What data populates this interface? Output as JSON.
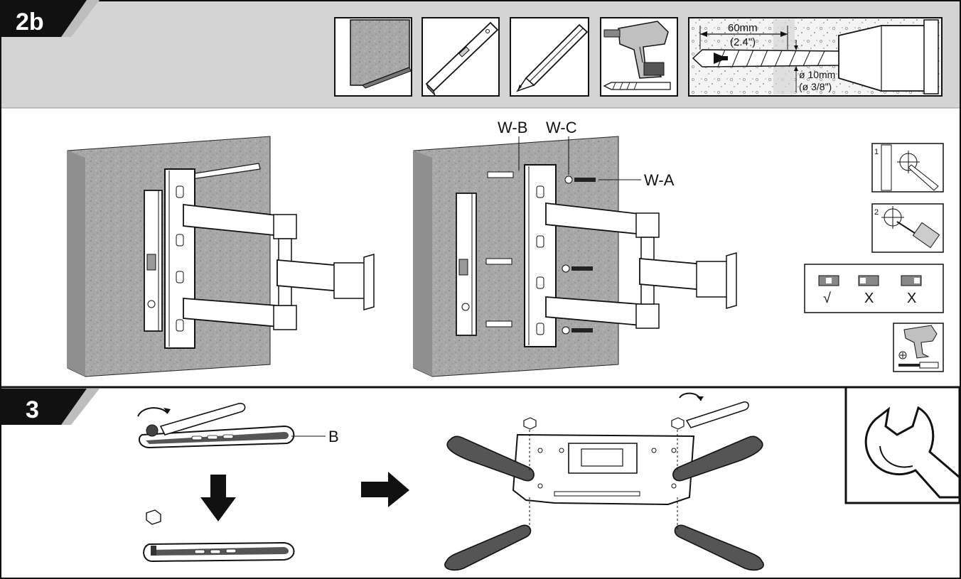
{
  "steps": {
    "step_2b": {
      "number": "2b"
    },
    "step_3": {
      "number": "3"
    }
  },
  "drill_detail": {
    "depth_mm": "60mm",
    "depth_in": "(2.4\")",
    "diameter_mm": "ø 10mm",
    "diameter_in": "(ø 3/8\")"
  },
  "hardware_labels": {
    "wb": "W-B",
    "wc": "W-C",
    "wa": "W-A",
    "b": "B"
  },
  "inset_steps": {
    "mark": "1",
    "drill": "2"
  },
  "level_check": {
    "correct": "√",
    "wrong_1": "X",
    "wrong_2": "X"
  },
  "colors": {
    "header_band": "#d4d4d4",
    "stripe": "#bdbdbd",
    "wall": "#a9a9a9",
    "wall_side": "#8f8f8f",
    "ink": "#111111"
  }
}
